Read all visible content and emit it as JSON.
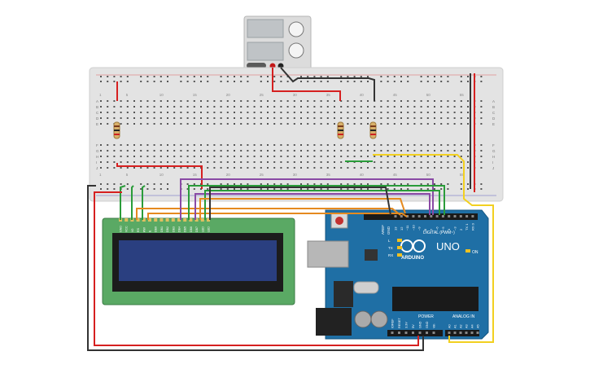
{
  "canvas": {
    "background": "#ffffff"
  },
  "breadboard": {
    "color": "#e3e3e3",
    "row_letters_top": [
      "A",
      "B",
      "C",
      "D",
      "E"
    ],
    "row_letters_bottom": [
      "F",
      "G",
      "H",
      "I",
      "J"
    ],
    "column_numbers_top": [
      "1",
      "5",
      "10",
      "15",
      "20",
      "25",
      "30",
      "35",
      "40",
      "45",
      "50",
      "55"
    ],
    "column_numbers_bottom": [
      "1",
      "5",
      "10",
      "15",
      "20",
      "25",
      "30",
      "35",
      "40",
      "45",
      "50",
      "55"
    ]
  },
  "power_supply": {
    "body_color": "#dcdcdc"
  },
  "lcd": {
    "board_color": "#5aa964",
    "screen_color": "#2a3f80",
    "pin_labels": [
      "GND",
      "VCC",
      "V0",
      "RS",
      "RW",
      "E",
      "DB0",
      "DB1",
      "DB2",
      "DB3",
      "DB4",
      "DB5",
      "DB6",
      "DB7",
      "LED",
      "LED"
    ]
  },
  "arduino": {
    "board_color": "#1f6fa5",
    "logo_text": "UNO",
    "brand_text": "ARDUINO",
    "digital_label": "DIGITAL (PWM~)",
    "power_label": "POWER",
    "analog_label": "ANALOG IN",
    "on_label": "ON",
    "aref_label": "AREF",
    "gnd_label": "GND",
    "digital_pins": [
      "13",
      "12",
      "~11",
      "~10",
      "~9",
      "8",
      "7",
      "~6",
      "~5",
      "4",
      "~3",
      "2",
      "TX 1",
      "RX 0"
    ],
    "power_pins": [
      "IOREF",
      "RESET",
      "3.3V",
      "5V",
      "GND",
      "GND",
      "Vin"
    ],
    "analog_pins": [
      "A0",
      "A1",
      "A2",
      "A3",
      "A4",
      "A5"
    ],
    "led_labels": [
      "L",
      "TX",
      "RX"
    ]
  },
  "wire_colors": {
    "red": "#d62020",
    "black": "#333333",
    "green": "#2a9c3a",
    "orange": "#e58a1f",
    "purple": "#8a4aa5",
    "yellow": "#f2d020"
  }
}
